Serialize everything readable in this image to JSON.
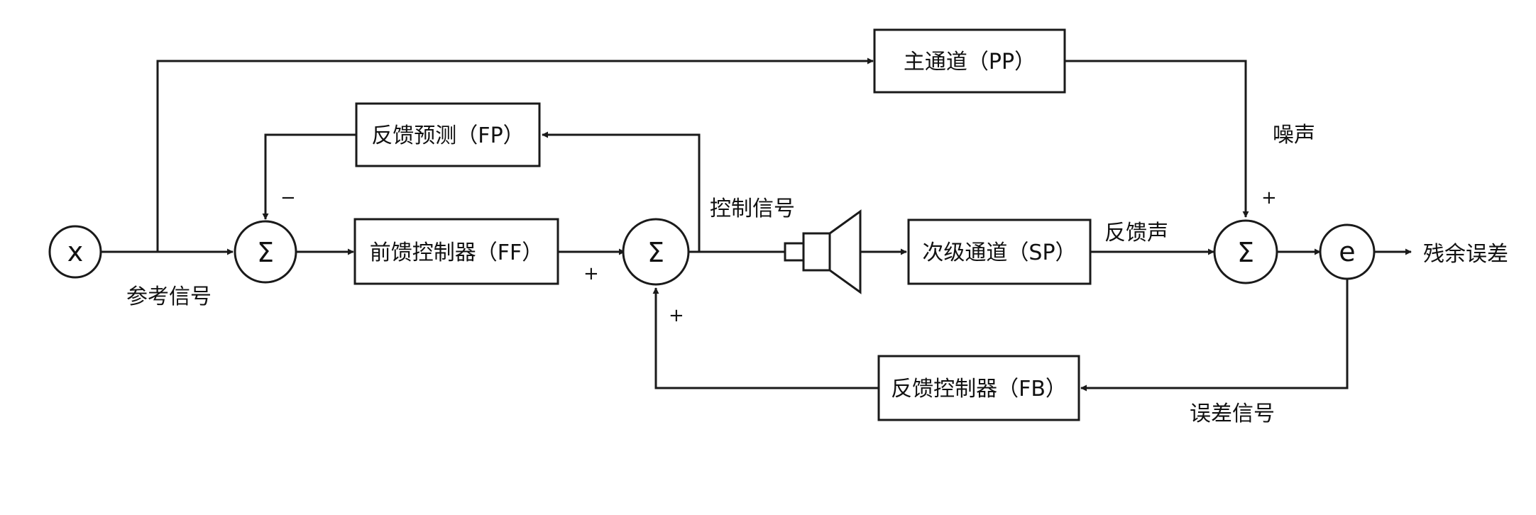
{
  "nodes": {
    "x": "x",
    "sum_ff": "Σ",
    "sum_ctrl": "Σ",
    "sum_out": "Σ",
    "e": "e"
  },
  "blocks": {
    "pp": "主通道（PP）",
    "fp": "反馈预测（FP）",
    "ff": "前馈控制器（FF）",
    "sp": "次级通道（SP）",
    "fb": "反馈控制器（FB）"
  },
  "labels": {
    "reference": "参考信号",
    "control": "控制信号",
    "noise": "噪声",
    "feedback_sound": "反馈声",
    "residual": "残余误差",
    "error": "误差信号"
  },
  "signs": {
    "ff_minus": "−",
    "ctrl_plus_left": "+",
    "ctrl_plus_bottom": "+",
    "out_plus": "+"
  }
}
